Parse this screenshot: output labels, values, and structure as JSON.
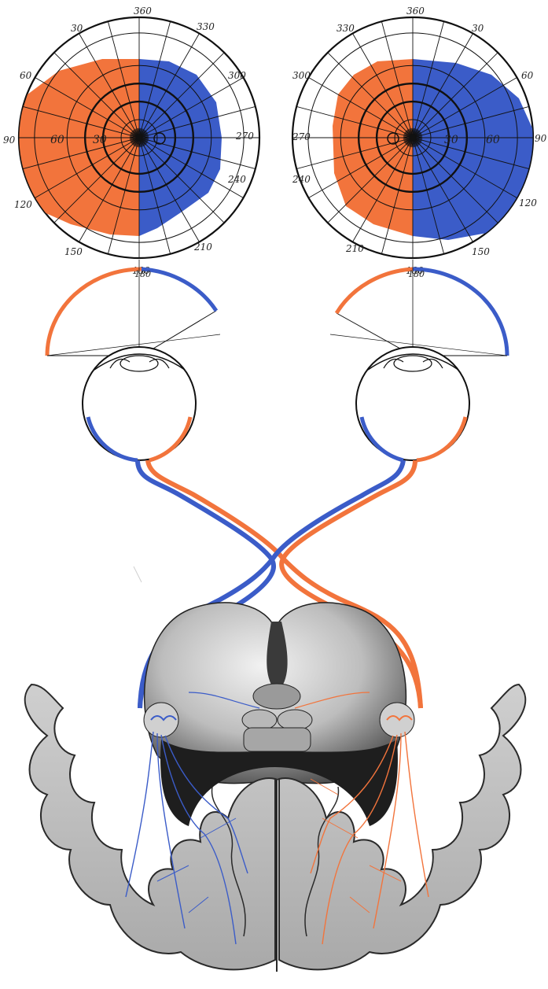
{
  "colors": {
    "orange": "#f2743c",
    "blue": "#3b5cc8",
    "ink": "#111111",
    "brain_dark": "#2b2b2b",
    "brain_mid": "#8c8c8c",
    "brain_light": "#d8d8d8",
    "cortex": "#bdbdbd"
  },
  "left_field": {
    "angle_labels": [
      "360",
      "330",
      "300",
      "270",
      "240",
      "210",
      "180",
      "150",
      "120",
      "90",
      "60",
      "30"
    ],
    "radial_labels": [
      "30",
      "60"
    ],
    "bottom_label": "180"
  },
  "right_field": {
    "angle_labels": [
      "360",
      "30",
      "60",
      "90",
      "120",
      "150",
      "180",
      "210",
      "240",
      "270",
      "300",
      "330"
    ],
    "radial_labels": [
      "30",
      "60"
    ],
    "bottom_label": "180"
  }
}
